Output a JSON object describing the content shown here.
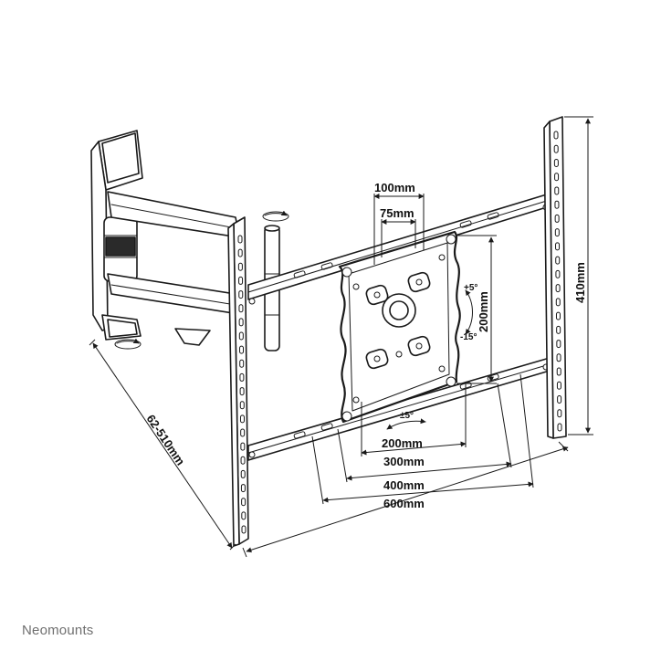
{
  "brand": "Neomounts",
  "dimensions": {
    "vesa_100": "100mm",
    "vesa_75": "75mm",
    "vesa_200h": "200mm",
    "vesa_200v": "200mm",
    "width_300": "300mm",
    "width_400": "400mm",
    "width_600": "600mm",
    "height_410": "410mm",
    "depth_range": "62-510mm"
  },
  "tilt": {
    "up": "+5°",
    "down": "-15°"
  },
  "swivel": "±5°",
  "colors": {
    "line": "#1a1a1a",
    "brand": "#6f6f6f"
  }
}
